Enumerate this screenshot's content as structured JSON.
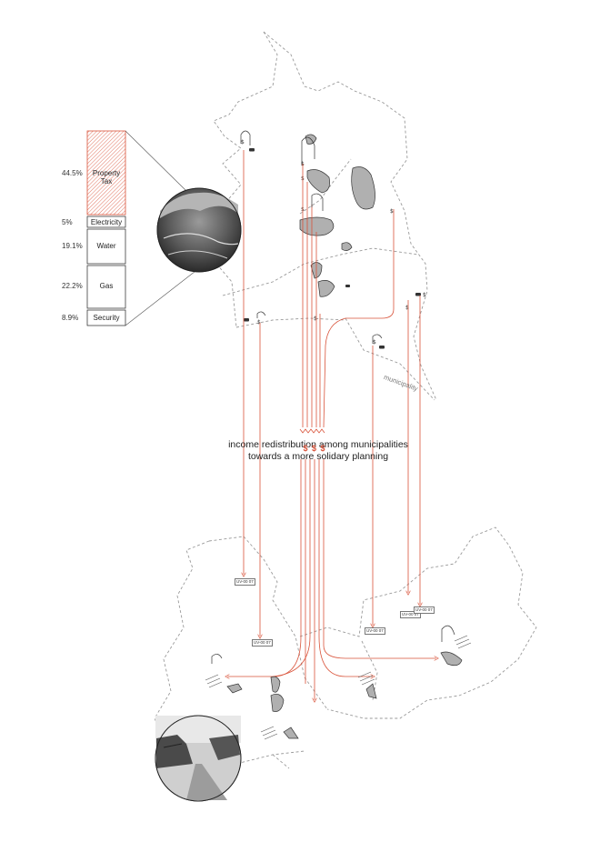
{
  "tax_breakdown": [
    {
      "label": "Property Tax",
      "percent": "44.5%",
      "highlight": true
    },
    {
      "label": "Electricity",
      "percent": "5%",
      "highlight": false
    },
    {
      "label": "Water",
      "percent": "19.1%",
      "highlight": false
    },
    {
      "label": "Gas",
      "percent": "22.2%",
      "highlight": false
    },
    {
      "label": "Security",
      "percent": "8.9%",
      "highlight": false
    }
  ],
  "caption": {
    "line1": "income redistribution among municipalities",
    "line2": "towards a more solidary planning",
    "accent": "$ $ $"
  },
  "boundary_label": "municipality",
  "tags": [
    "UV-00 07",
    "UV-00 07",
    "UV-00 07",
    "UV-00 07",
    "UV-00 07"
  ],
  "colors": {
    "accent": "#d9533a",
    "boundary": "#999999",
    "line": "#222222"
  },
  "icons": [
    "aerial-photo",
    "street-photo",
    "dollar-icon",
    "car-icon",
    "building-block-icon"
  ]
}
